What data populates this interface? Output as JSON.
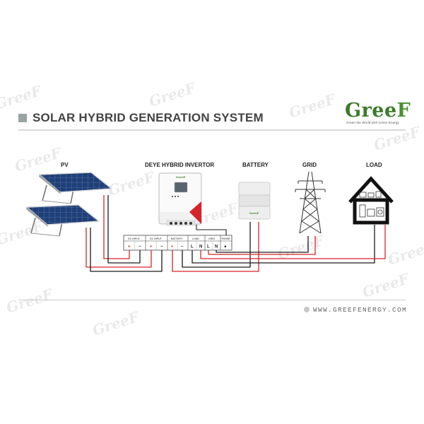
{
  "header": {
    "title": "SOLAR HYBRID GENERATION SYSTEM"
  },
  "logo": {
    "name_main": "Gree",
    "name_end": "F",
    "tagline": "Green the World with Green Energy"
  },
  "watermark": {
    "text": "GreeF"
  },
  "components": {
    "pv": "PV",
    "inverter": "DEYE HYBRID INVERTOR",
    "battery": "BATTERY",
    "grid": "GRID",
    "load": "LOAD"
  },
  "inverter_brand": "GreeF",
  "battery_brand": "GreeF",
  "terminal_block": {
    "groups": [
      {
        "label": "DC INPUT",
        "terminals": [
          "+",
          "−"
        ]
      },
      {
        "label": "DC INPUT",
        "terminals": [
          "+",
          "−"
        ]
      },
      {
        "label": "BATTERY",
        "terminals": [
          "+",
          "−"
        ]
      },
      {
        "label": "LOAD",
        "terminals": [
          "L",
          "N"
        ]
      },
      {
        "label": "GRID",
        "terminals": [
          "L",
          "N"
        ]
      },
      {
        "label": "RSHBE",
        "terminals": [
          "●"
        ]
      }
    ]
  },
  "footer": {
    "website": "WWW.GREEFENERGY.COM"
  },
  "colors": {
    "positive_wire": "#d9232a",
    "negative_wire": "#1a1a1a",
    "title_text": "#444444",
    "logo_green": "#3c7a2a",
    "panel_blue": "#1e3f78",
    "inverter_accent": "#d9232a"
  }
}
